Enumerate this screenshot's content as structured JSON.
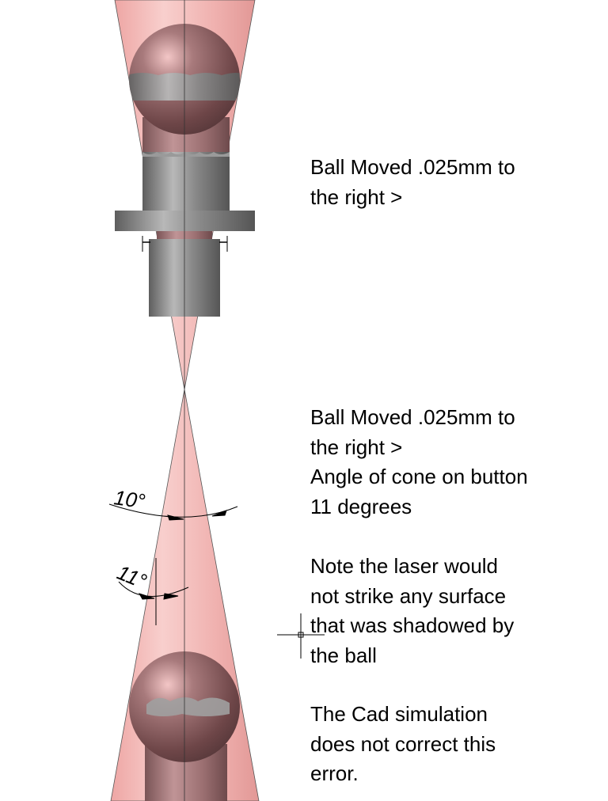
{
  "notes": [
    {
      "lines": [
        "Ball Moved .025mm to",
        "the right >"
      ]
    },
    {
      "lines": [
        "Ball Moved .025mm to",
        "the right >",
        "Angle of cone on button",
        "11 degrees"
      ]
    },
    {
      "lines": [
        "Note the laser would",
        "not strike any surface",
        "that was shadowed by",
        "the ball"
      ]
    },
    {
      "lines": [
        "The Cad simulation",
        "does not correct this",
        "error."
      ]
    }
  ],
  "dimensions": {
    "upper_angle": "10°",
    "lower_angle": "11°"
  },
  "colors": {
    "cone": "#f2b3b0",
    "ball": "#8a5a5c",
    "steel": "#8a8a8a"
  }
}
